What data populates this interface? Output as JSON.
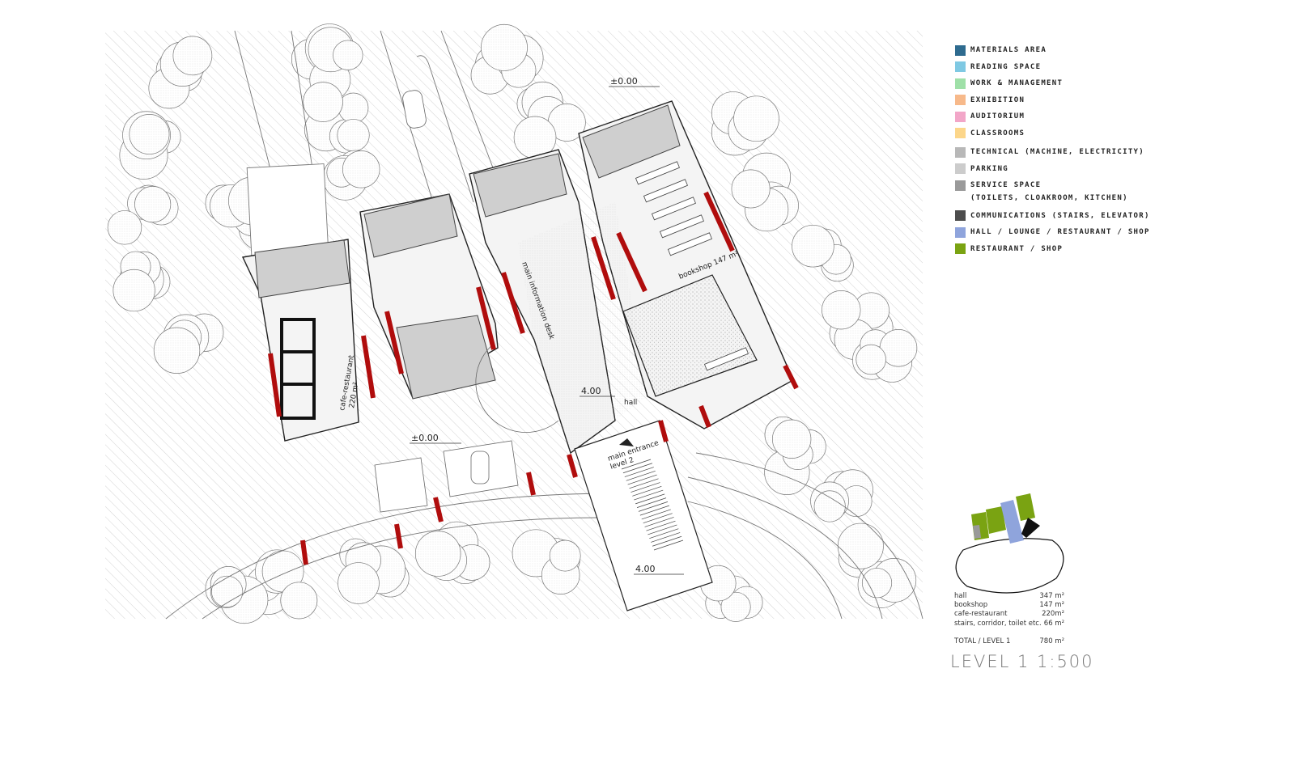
{
  "plan": {
    "labels": {
      "level_top": "±0.00",
      "level_parking": "±0.00",
      "level_hall": "4.00",
      "level_ramp": "4.00",
      "cafe": "cafe-restaurant",
      "cafe_area": "220 m²",
      "bookshop": "bookshop 147 m²",
      "info_desk": "main information desk",
      "hall": "hall",
      "entrance_1": "main entrance",
      "entrance_2": "level 2"
    }
  },
  "legend": {
    "items": [
      {
        "label": "MATERIALS AREA",
        "color": "#2e6b8f"
      },
      {
        "label": "READING SPACE",
        "color": "#7fc9e3"
      },
      {
        "label": "WORK & MANAGEMENT",
        "color": "#9fe0a8"
      },
      {
        "label": "EXHIBITION",
        "color": "#f7b98a"
      },
      {
        "label": "AUDITORIUM",
        "color": "#f2a6c8"
      },
      {
        "label": "CLASSROOMS",
        "color": "#fcd68a"
      },
      {
        "label": "TECHNICAL (MACHINE, ELECTRICITY)",
        "color": "#b8b8b8"
      },
      {
        "label": "PARKING",
        "color": "#cccccc"
      },
      {
        "label": "SERVICE SPACE",
        "color": "#9a9a9a",
        "sub": "(TOILETS, CLOAKROOM, KITCHEN)"
      },
      {
        "label": "COMMUNICATIONS (STAIRS, ELEVATOR)",
        "color": "#4d4d4d"
      },
      {
        "label": "HALL / LOUNGE / RESTAURANT / SHOP",
        "color": "#8fa4dc"
      },
      {
        "label": "RESTAURANT / SHOP",
        "color": "#7aa312"
      }
    ]
  },
  "areas": {
    "rows": [
      {
        "name": "hall",
        "value": "347 m²"
      },
      {
        "name": "bookshop",
        "value": "147 m²"
      },
      {
        "name": "cafe-restaurant",
        "value": "220m²"
      },
      {
        "name": "stairs, corridor, toilet etc.",
        "value": "66 m²"
      }
    ],
    "total": {
      "name": "TOTAL / LEVEL 1",
      "value": "780 m²"
    }
  },
  "title": "LEVEL 1  1:500",
  "colors": {
    "wall_red": "#b00d0d",
    "green": "#7aa312",
    "blue": "#8fa4dc"
  }
}
